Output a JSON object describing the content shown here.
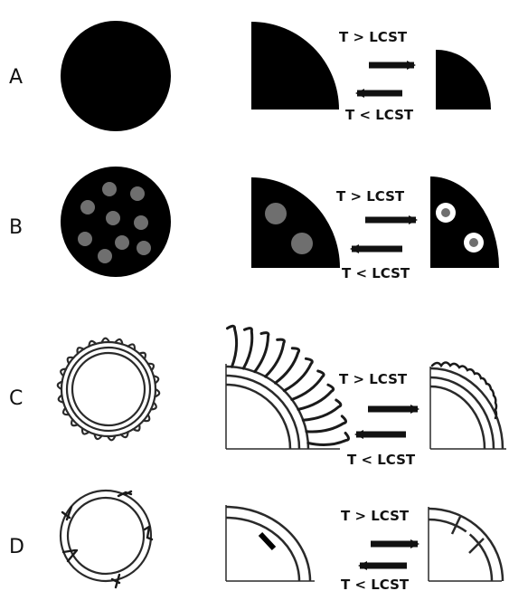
{
  "rows": [
    {
      "label": "A",
      "upper": "T > LCST",
      "lower": "T < LCST",
      "fill": "#000000"
    },
    {
      "label": "B",
      "upper": "T > LCST",
      "lower": "T < LCST",
      "fill": "#000000",
      "inclusion": "#6f6f6f",
      "ring": "#ffffff"
    },
    {
      "label": "C",
      "upper": "T > LCST",
      "lower": "T < LCST",
      "stroke": "#2a2a2a"
    },
    {
      "label": "D",
      "upper": "T > LCST",
      "lower": "T < LCST",
      "stroke": "#2a2a2a"
    }
  ]
}
